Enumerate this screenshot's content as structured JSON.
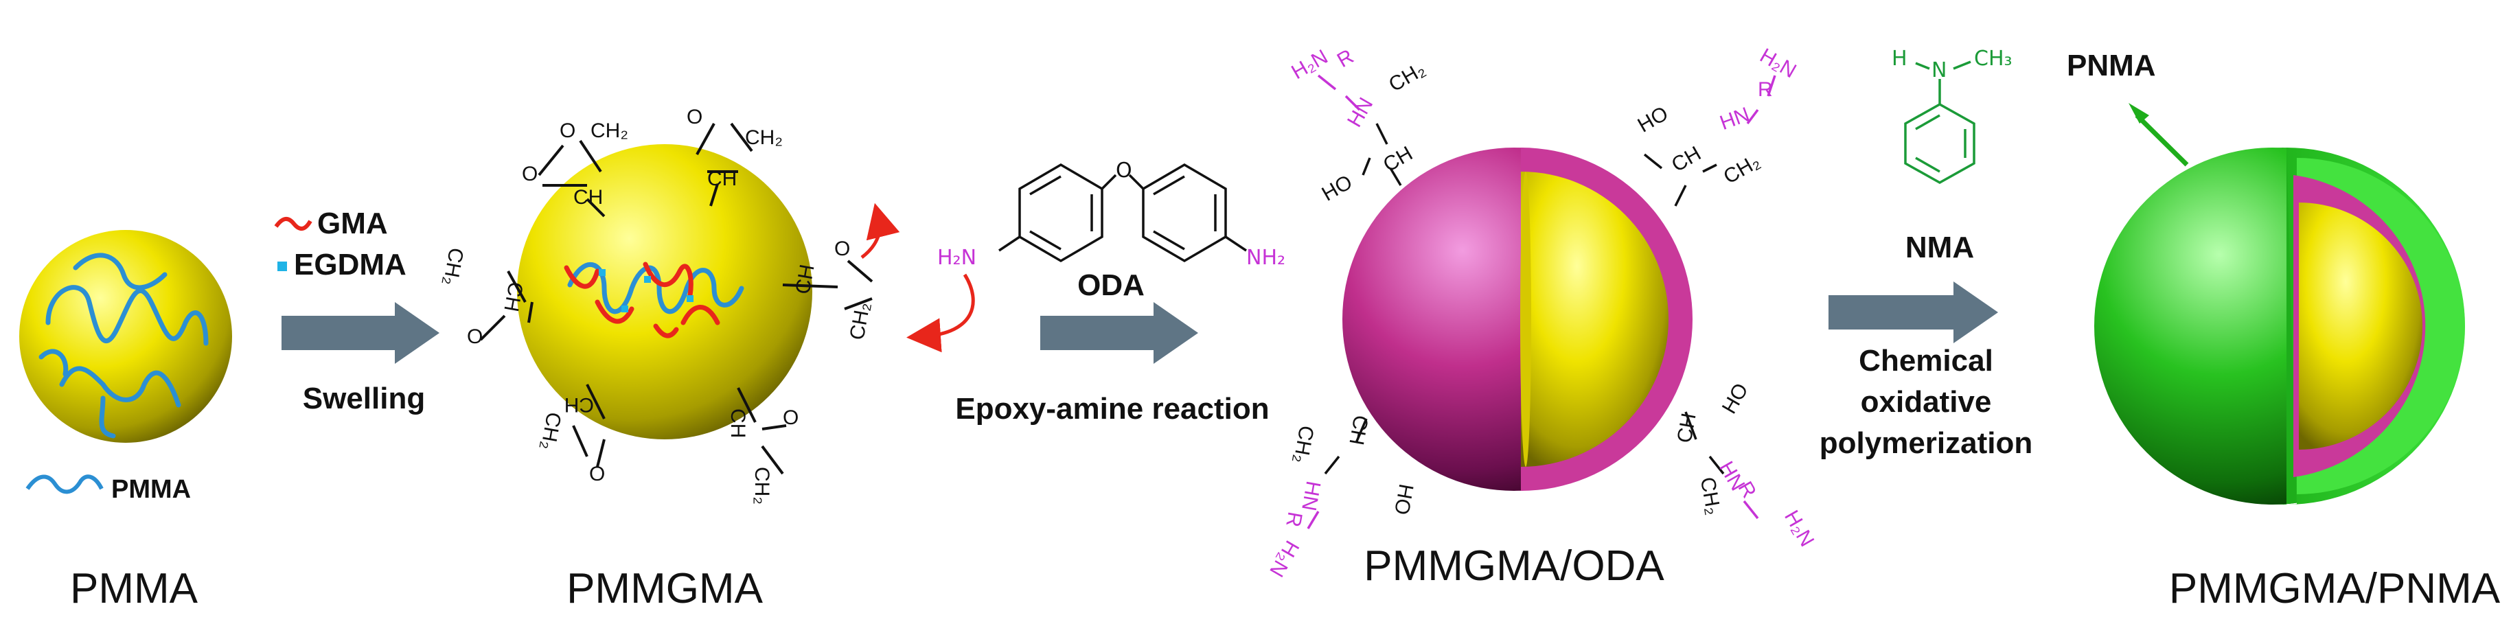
{
  "stages": {
    "pmma": "PMMA",
    "pmmgma": "PMMGMA",
    "pmmgma_oda": "PMMGMA/ODA",
    "pmmgma_pnma": "PMMGMA/PNMA"
  },
  "legend": {
    "gma": "GMA",
    "egdma": "EGDMA",
    "pmma_chain": "PMMA"
  },
  "steps": {
    "swelling": "Swelling",
    "oda": "ODA",
    "epoxy_amine": "Epoxy-amine reaction",
    "nma": "NMA",
    "chem_line1": "Chemical",
    "chem_line2": "oxidative",
    "chem_line3": "polymerization",
    "pnma": "PNMA"
  },
  "chem": {
    "o": "O",
    "ch": "CH",
    "ch2": "CH₂",
    "ho": "HO",
    "hn": "HN",
    "r": "R",
    "h2n": "H₂N",
    "nh2": "NH₂",
    "n": "N",
    "h": "H",
    "ch3": "CH₃"
  },
  "colors": {
    "core_yellow": "#f2e600",
    "shell_magenta": "#c2308e",
    "shell_green": "#22c31f",
    "arrow_gray": "#5f7585",
    "chain_blue": "#2b8fd3",
    "chain_red": "#e8261b",
    "amine_purple": "#c633d6",
    "nma_green": "#1b9b38"
  }
}
